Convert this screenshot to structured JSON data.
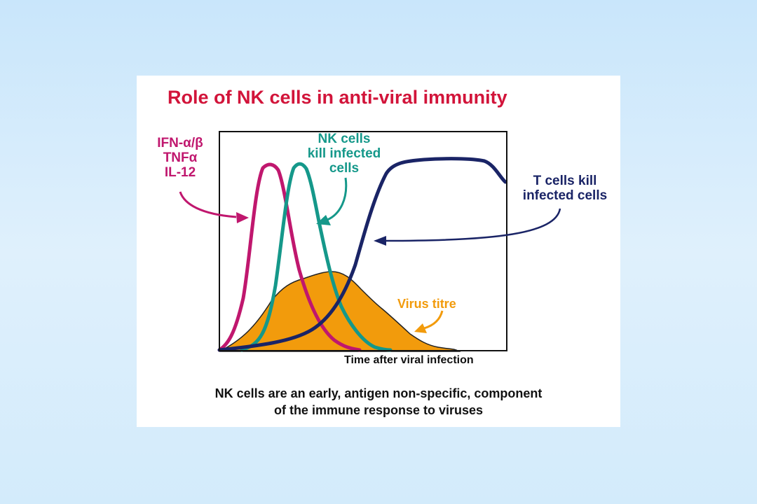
{
  "title": "Role of NK cells in anti-viral immunity",
  "labels": {
    "cytokines": [
      "IFN-α/β",
      "TNFα",
      "IL-12"
    ],
    "nk_cells": [
      "NK cells",
      "kill infected",
      "cells"
    ],
    "t_cells": [
      "T cells kill",
      "infected cells"
    ],
    "virus_titre": "Virus titre"
  },
  "x_axis_label": "Time after viral infection",
  "caption": [
    "NK cells are an early, antigen non-specific, component",
    "of the immune response to viruses"
  ],
  "colors": {
    "title": "#d2143a",
    "cytokines": "#c0176e",
    "nk_cells": "#15988a",
    "t_cells": "#1a2466",
    "virus": "#f29b0c",
    "background": "#d3ebfb"
  }
}
